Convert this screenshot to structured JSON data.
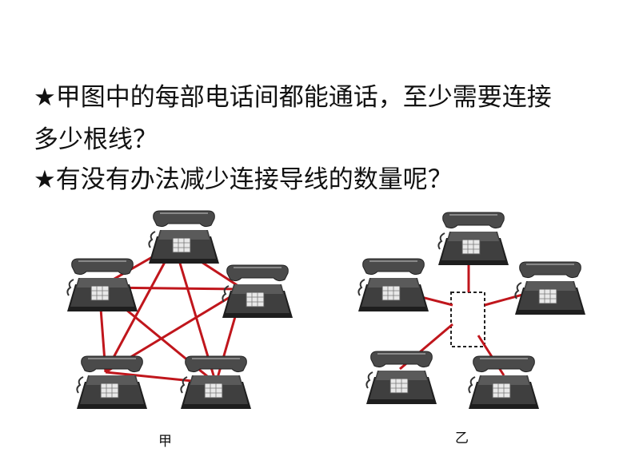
{
  "questions": {
    "line1": "★甲图中的每部电话间都能通话，至少需要连接",
    "line2": "多少根线？",
    "line3": "★有没有办法减少连接导线的数量呢？"
  },
  "captions": {
    "left": "甲",
    "right": "乙"
  },
  "colors": {
    "wire": "#c0161c",
    "phone_body": "#3c3c3c",
    "phone_light": "#8a8a8a",
    "hub_border": "#222222"
  },
  "icons": {
    "phone": "telephone-icon"
  }
}
